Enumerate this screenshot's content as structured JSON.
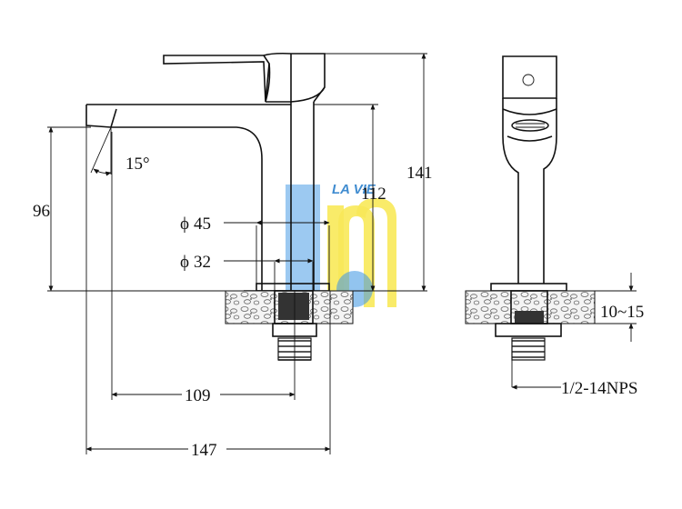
{
  "dimensions": {
    "height_total": "141",
    "height_body": "112",
    "height_spout": "96",
    "spout_reach": "109",
    "overall_length": "147",
    "diameter_outer": "45",
    "diameter_inner": "32",
    "diameter_symbol": "ϕ",
    "spout_angle": "15°",
    "counter_thickness": "10~15",
    "thread": "1/2-14NPS"
  },
  "watermark": {
    "text": "LA VIE",
    "colors": {
      "blue": "#2a8be0",
      "yellow": "#f7e43c"
    }
  }
}
